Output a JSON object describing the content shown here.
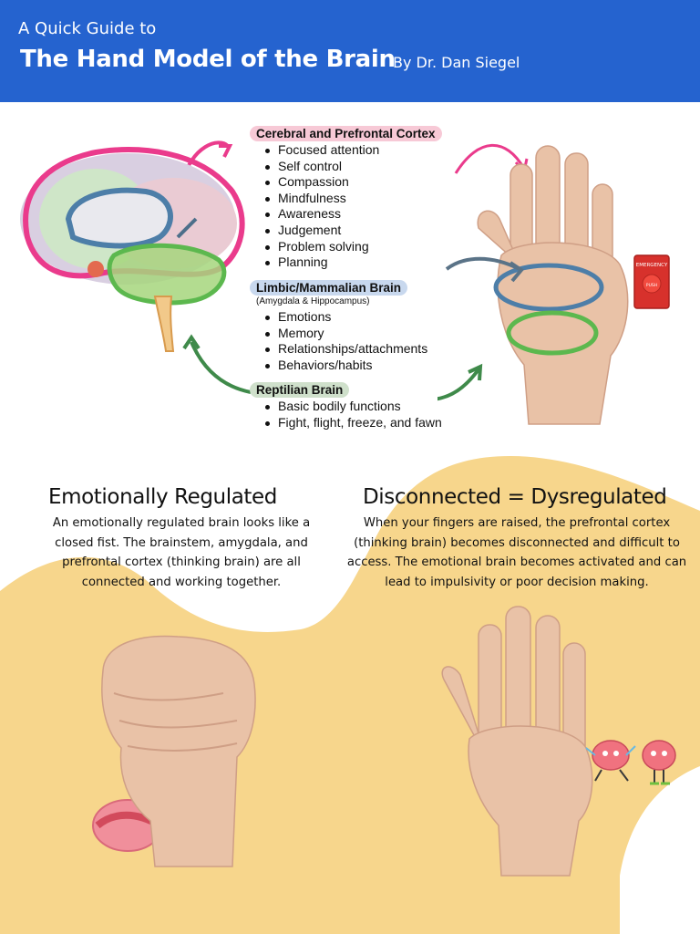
{
  "header": {
    "kicker": "A Quick Guide to",
    "title": "The Hand Model of the Brain",
    "byline": "By Dr. Dan Siegel",
    "background": "#2563cf"
  },
  "diagram": {
    "cortex": {
      "label": "Cerebral and Prefrontal Cortex",
      "color": "#ea3b8c",
      "items": [
        "Focused attention",
        "Self control",
        "Compassion",
        "Mindfulness",
        "Awareness",
        "Judgement",
        "Problem solving",
        "Planning"
      ]
    },
    "limbic": {
      "label": "Limbic/Mammalian Brain",
      "note": "(Amygdala & Hippocampus)",
      "color": "#4d7ea8",
      "items": [
        "Emotions",
        "Memory",
        "Relationships/attachments",
        "Behaviors/habits"
      ]
    },
    "reptilian": {
      "label": "Reptilian Brain",
      "color": "#3f8a4a",
      "items": [
        "Basic bodily functions",
        "Fight, flight, freeze, and fawn"
      ]
    },
    "button_text": {
      "emergency": "EMERGENCY",
      "push": "PUSH"
    }
  },
  "regulated": {
    "heading": "Emotionally Regulated",
    "body": "An emotionally regulated brain looks like a closed fist. The brainstem, amygdala, and prefrontal cortex (thinking brain) are all connected and working together."
  },
  "disconnected": {
    "heading": "Disconnected = Dysregulated",
    "body": "When your fingers are raised, the prefrontal cortex (thinking brain) becomes disconnected and difficult to access. The emotional brain becomes activated and can lead to impulsivity or poor decision making."
  },
  "colors": {
    "blob": "#f7d68c",
    "skin": "#e9c2a7",
    "skin_shade": "#cf9f86"
  }
}
